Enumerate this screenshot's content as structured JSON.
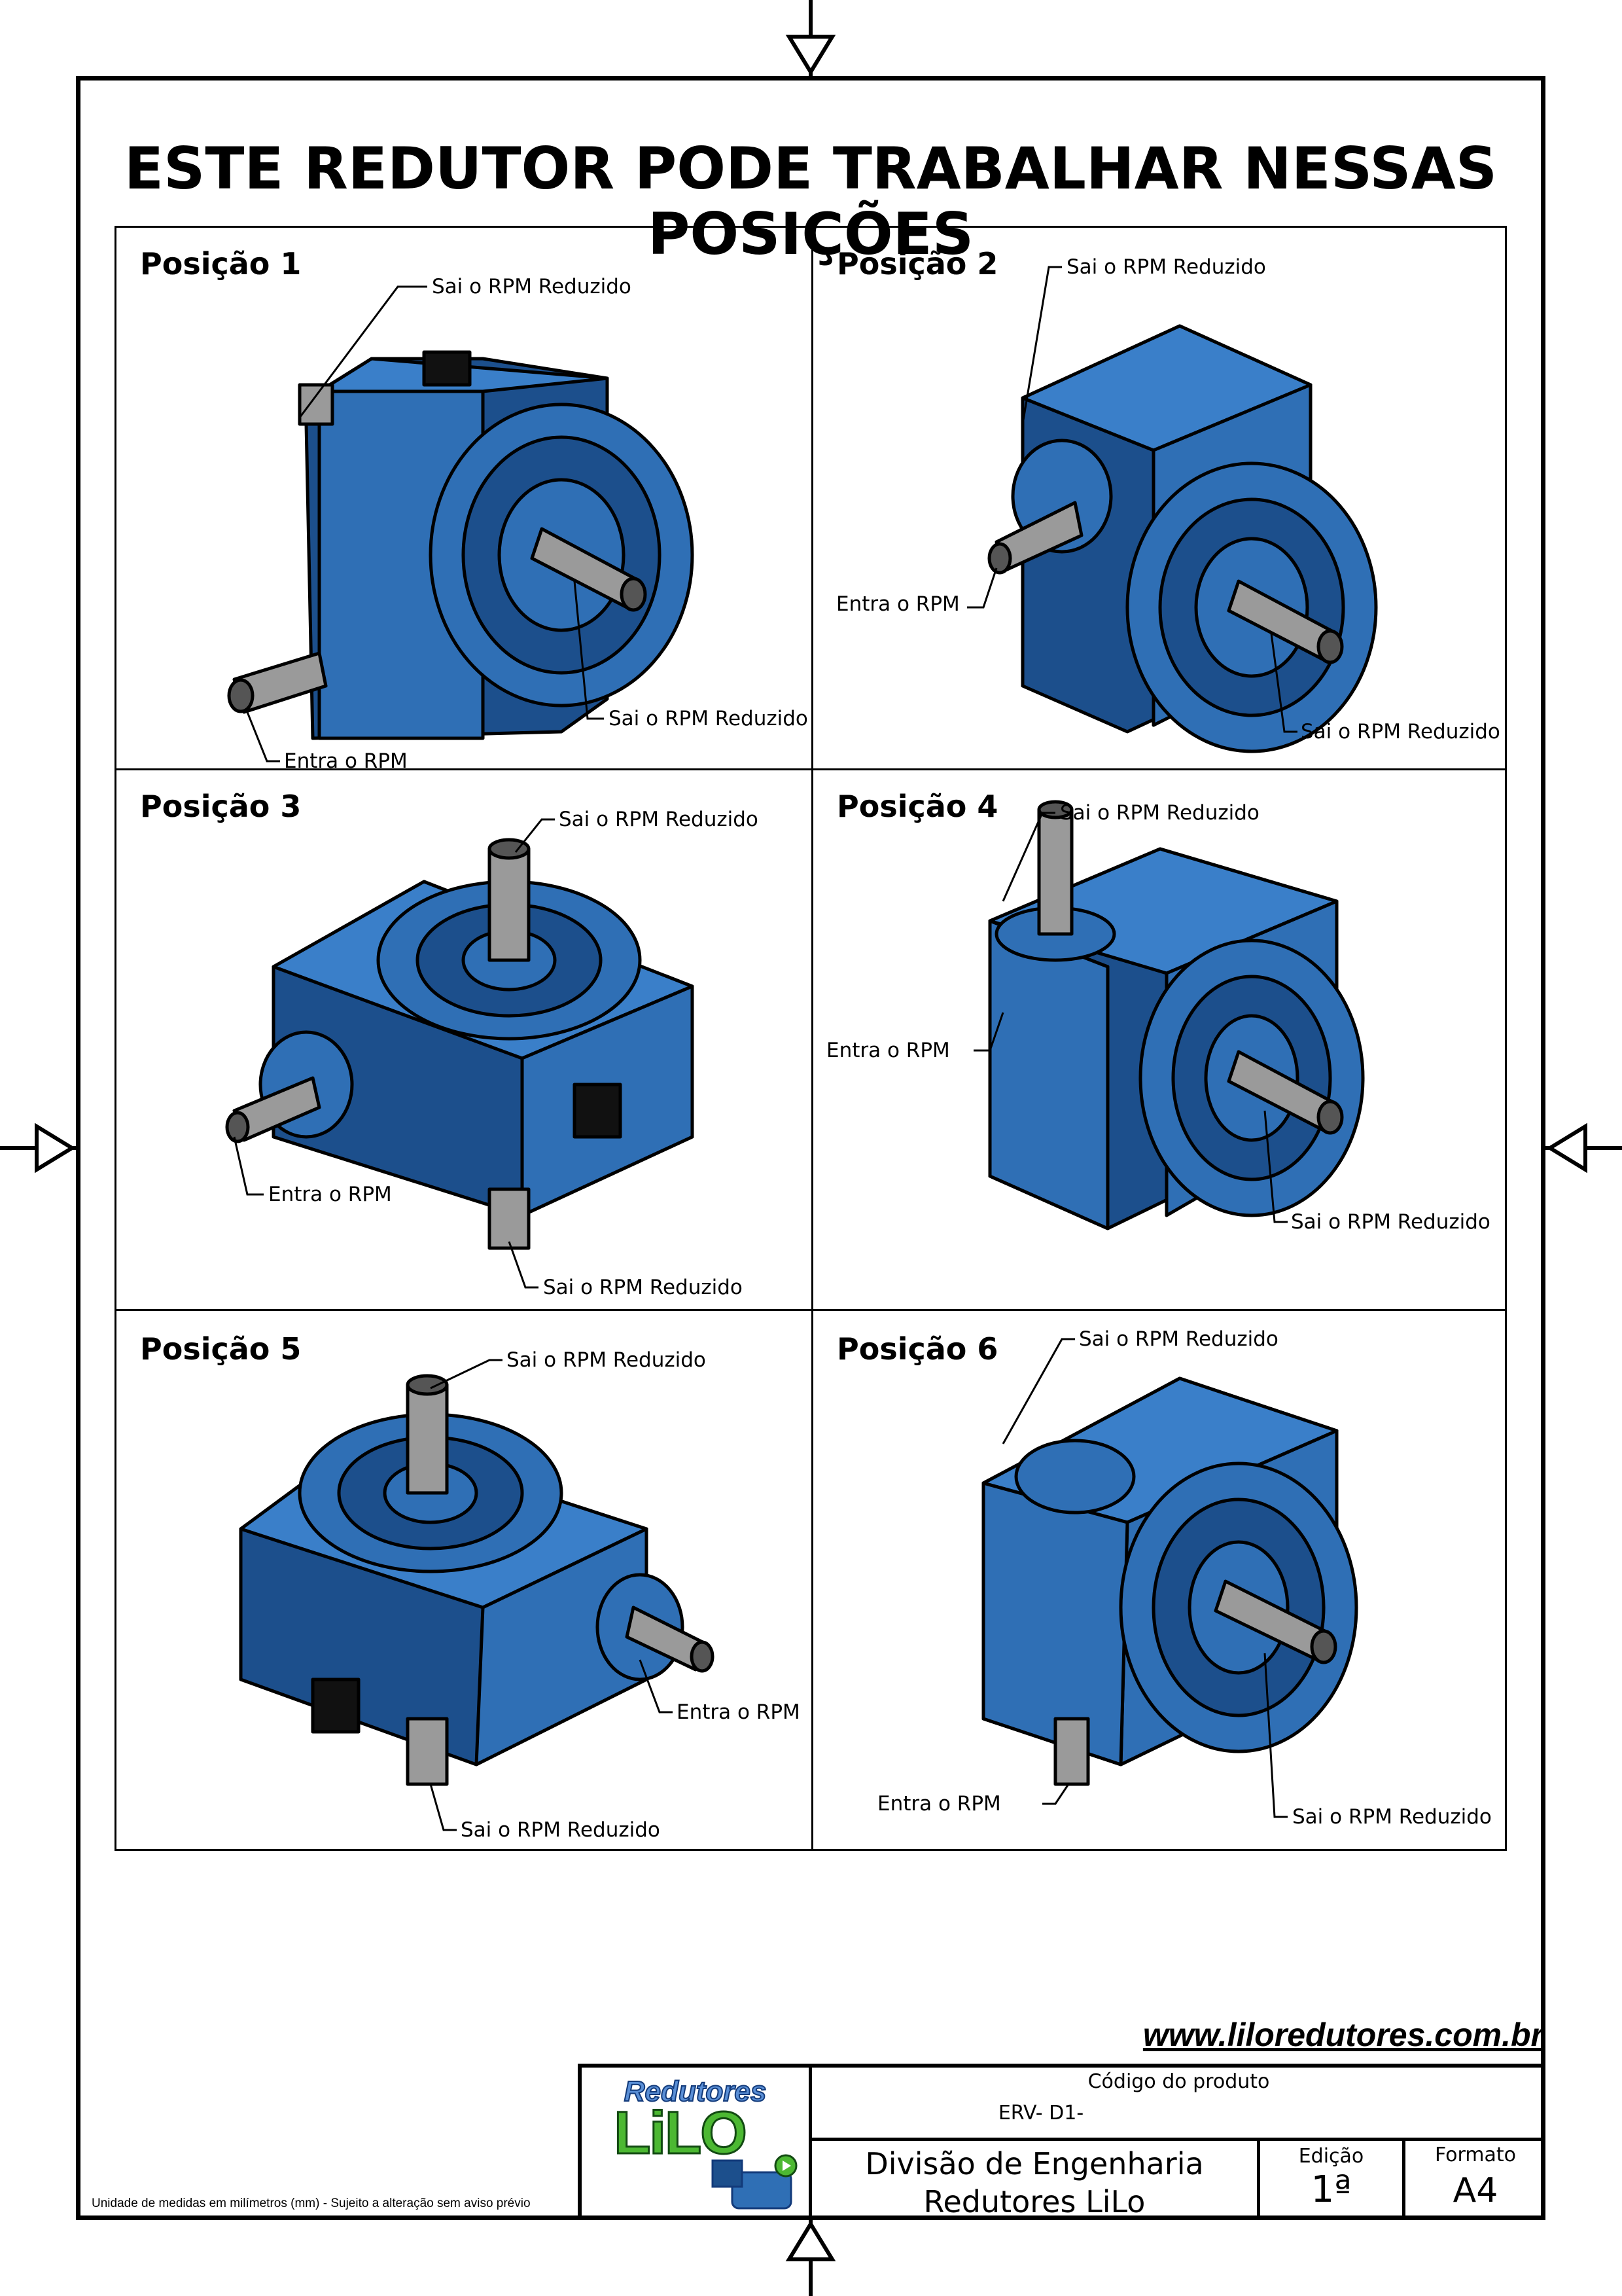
{
  "header": {
    "title": "ESTE REDUTOR PODE TRABALHAR NESSAS POSIÇÕES"
  },
  "positions": [
    {
      "title": "Posição 1",
      "labels": [
        "Sai o RPM Reduzido",
        "Sai o RPM Reduzido",
        "Entra o RPM"
      ]
    },
    {
      "title": "Posição 2",
      "labels": [
        "Sai o RPM Reduzido",
        "Entra o RPM",
        "Sai o RPM Reduzido"
      ]
    },
    {
      "title": "Posição 3",
      "labels": [
        "Sai o RPM Reduzido",
        "Entra o RPM",
        "Sai o RPM Reduzido"
      ]
    },
    {
      "title": "Posição 4",
      "labels": [
        "Sai o RPM Reduzido",
        "Entra o RPM",
        "Sai o RPM Reduzido"
      ]
    },
    {
      "title": "Posição 5",
      "labels": [
        "Sai o RPM Reduzido",
        "Entra o RPM",
        "Sai o RPM Reduzido"
      ]
    },
    {
      "title": "Posição 6",
      "labels": [
        "Sai o RPM Reduzido",
        "Entra o RPM",
        "Sai o RPM Reduzido"
      ]
    }
  ],
  "footer": {
    "website": "www.liloredutores.com.br",
    "disclaimer": "Unidade de medidas em milímetros (mm) - Sujeito a alteração sem aviso prévio",
    "logo_top": "Redutores",
    "logo_main": "LiLO",
    "product_code_label": "Código do produto",
    "product_code": "ERV- D1-",
    "division_line1": "Divisão de Engenharia",
    "division_line2": "Redutores LiLo",
    "edition_label": "Edição",
    "edition_value": "1ª",
    "format_label": "Formato",
    "format_value": "A4"
  },
  "colors": {
    "body": "#2f6fb5",
    "body_dark": "#1c4f8c",
    "shaft": "#9a9a9a",
    "line": "#000000"
  }
}
